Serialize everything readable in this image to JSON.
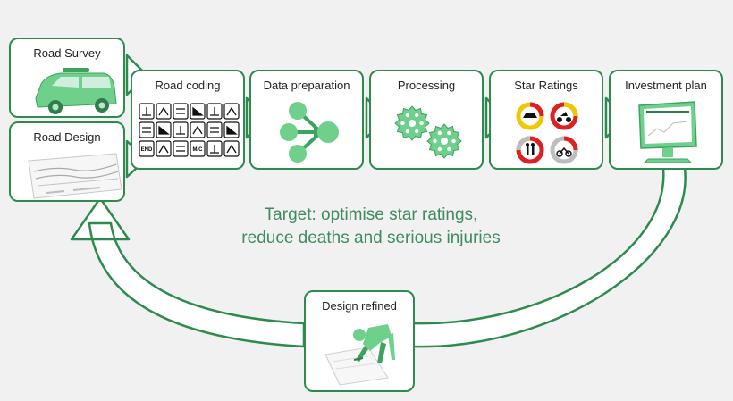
{
  "steps": {
    "road_survey": "Road Survey",
    "road_design": "Road Design",
    "road_coding": "Road coding",
    "data_preparation": "Data preparation",
    "processing": "Processing",
    "star_ratings": "Star Ratings",
    "investment_plan": "Investment plan",
    "design_refined": "Design refined"
  },
  "road_coding_tiles": {
    "end": "END",
    "mc": "M/C"
  },
  "target": {
    "line1": "Target: optimise star ratings,",
    "line2": "reduce deaths and serious injuries"
  },
  "colors": {
    "border": "#2e8b4e",
    "icon_green": "#6fd08c",
    "icon_green_dark": "#3da35f",
    "text_accent": "#3f8a60",
    "rating_red": "#e02020",
    "rating_yellow": "#f0c800",
    "rating_grey": "#bdbdbd"
  }
}
